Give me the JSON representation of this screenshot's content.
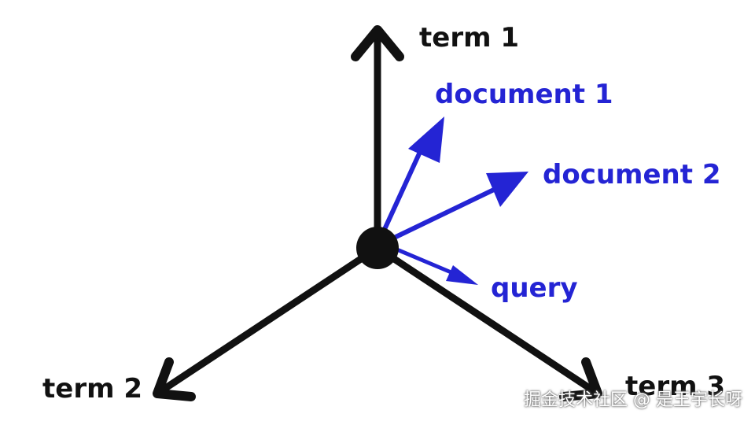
{
  "axes": [
    {
      "id": "term1",
      "label": "term 1"
    },
    {
      "id": "term2",
      "label": "term 2"
    },
    {
      "id": "term3",
      "label": "term 3"
    }
  ],
  "vectors": [
    {
      "id": "document1",
      "label": "document 1"
    },
    {
      "id": "document2",
      "label": "document 2"
    },
    {
      "id": "query",
      "label": "query"
    }
  ],
  "colors": {
    "axis": "#111111",
    "vector": "#2424d4",
    "background": "#ffffff"
  },
  "watermark": "掘金技术社区 @ 是王宇长呀"
}
